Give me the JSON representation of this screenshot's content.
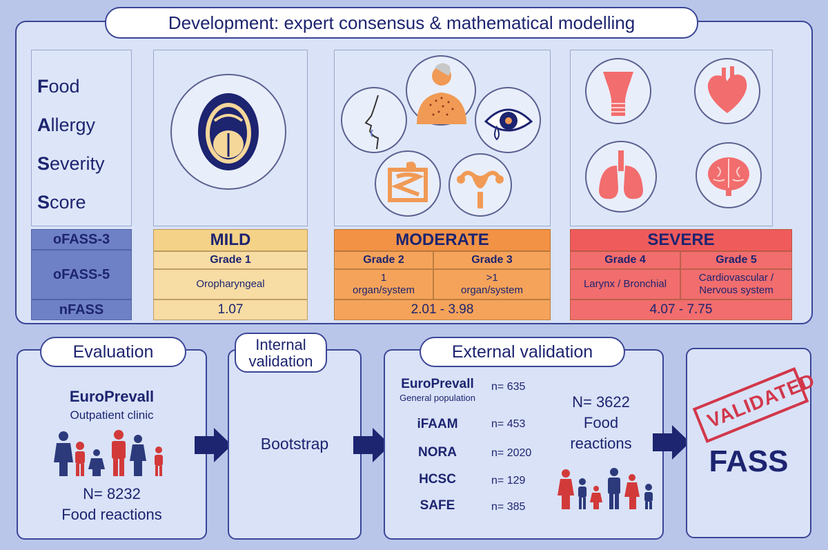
{
  "top": {
    "title": "Development: expert consensus & mathematical modelling",
    "acronym": [
      {
        "first": "F",
        "rest": "ood"
      },
      {
        "first": "A",
        "rest": "llergy"
      },
      {
        "first": "S",
        "rest": "everity"
      },
      {
        "first": "S",
        "rest": "core"
      }
    ],
    "row_labels": {
      "ofass3": "oFASS-3",
      "ofass5": "oFASS-5",
      "nfass": "nFASS"
    },
    "mild": {
      "title": "MILD",
      "grade": "Grade 1",
      "desc": "Oropharyngeal",
      "value": "1.07"
    },
    "moderate": {
      "title": "MODERATE",
      "grade_a": "Grade 2",
      "desc_a": "1 organ/system",
      "grade_b": "Grade 3",
      "desc_b": ">1 organ/system",
      "value": "2.01 - 3.98"
    },
    "severe": {
      "title": "SEVERE",
      "grade_a": "Grade 4",
      "desc_a": "Larynx / Bronchial",
      "grade_b": "Grade 5",
      "desc_b": "Cardiovascular / Nervous system",
      "value": "4.07 - 7.75"
    }
  },
  "evaluation": {
    "title": "Evaluation",
    "study": "EuroPrevall",
    "setting": "Outpatient clinic",
    "n": "N= 8232",
    "reactions": "Food reactions"
  },
  "internal": {
    "title_line1": "Internal",
    "title_line2": "validation",
    "method": "Bootstrap"
  },
  "external": {
    "title": "External validation",
    "cohorts": [
      {
        "name": "EuroPrevall",
        "sub": "General population",
        "n": "n= 635"
      },
      {
        "name": "iFAAM",
        "sub": "",
        "n": "n= 453"
      },
      {
        "name": "NORA",
        "sub": "",
        "n": "n= 2020"
      },
      {
        "name": "HCSC",
        "sub": "",
        "n": "n= 129"
      },
      {
        "name": "SAFE",
        "sub": "",
        "n": "n= 385"
      }
    ],
    "total_n": "N= 3622",
    "total_line2": "Food",
    "total_line3": "reactions"
  },
  "result": {
    "stamp": "VALIDATED",
    "label": "FASS"
  },
  "colors": {
    "navy": "#1d2470",
    "mild": "#f7dca3",
    "moderate": "#f5a35a",
    "severe": "#f26d6d",
    "person_blue": "#2c3a7c",
    "person_red": "#d23a3a",
    "skin_orange": "#f09a55"
  },
  "icons": [
    "mouth-icon",
    "face-icon",
    "skin-rash-icon",
    "eye-tear-icon",
    "intestine-icon",
    "uterus-icon",
    "larynx-icon",
    "heart-icon",
    "lungs-icon",
    "brain-icon",
    "family-icon",
    "arrow-right-icon"
  ]
}
